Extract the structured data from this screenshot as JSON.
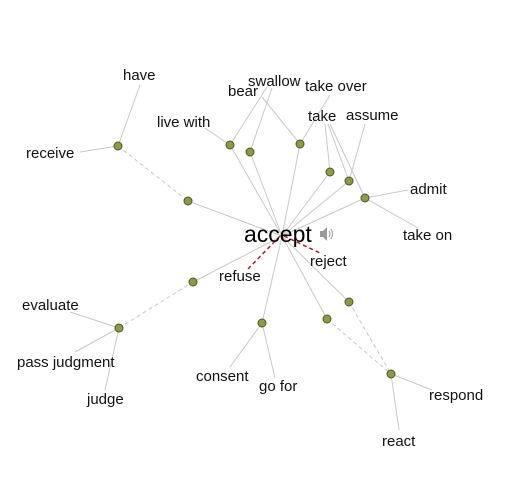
{
  "center": {
    "word": "accept"
  },
  "colors": {
    "synonym_edge": "#c8c8c8",
    "cluster_edge": "#c8c8c8",
    "antonym_edge": "#b02020",
    "node_fill": "#8c9a4a",
    "node_stroke": "#4a5a1e"
  },
  "icons": {
    "speaker": "speaker-icon"
  },
  "words": [
    "have",
    "swallow",
    "bear",
    "take over",
    "live with",
    "take",
    "assume",
    "receive",
    "admit",
    "take on",
    "reject",
    "refuse",
    "evaluate",
    "pass judgment",
    "judge",
    "consent",
    "go for",
    "respond",
    "react"
  ]
}
